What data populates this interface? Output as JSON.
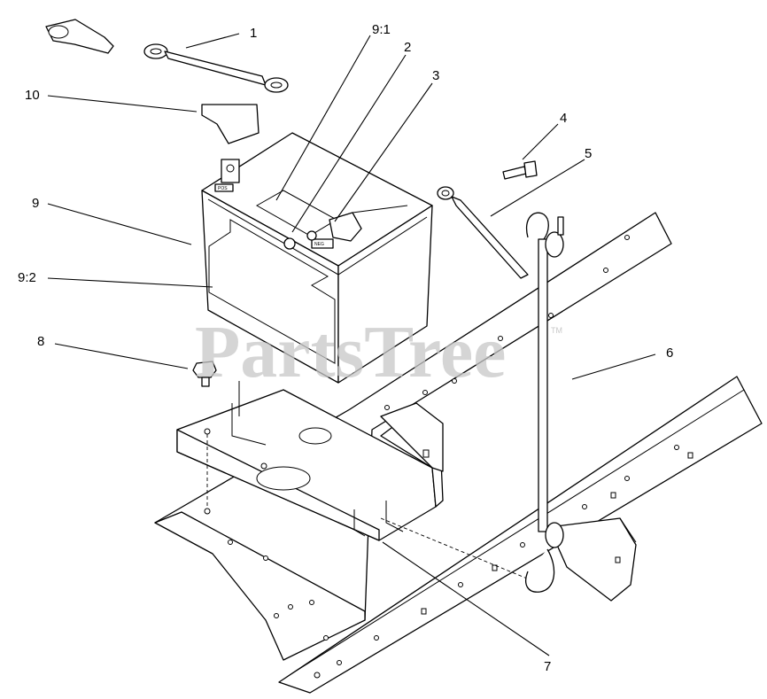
{
  "watermark": {
    "text": "PartsTree",
    "mark": "TM"
  },
  "callouts": [
    {
      "id": "1",
      "text": "1"
    },
    {
      "id": "2",
      "text": "2"
    },
    {
      "id": "3",
      "text": "3"
    },
    {
      "id": "4",
      "text": "4"
    },
    {
      "id": "5",
      "text": "5"
    },
    {
      "id": "6",
      "text": "6"
    },
    {
      "id": "7",
      "text": "7"
    },
    {
      "id": "8",
      "text": "8"
    },
    {
      "id": "9",
      "text": "9"
    },
    {
      "id": "9-1",
      "text": "9:1"
    },
    {
      "id": "9-2",
      "text": "9:2"
    },
    {
      "id": "10",
      "text": "10"
    }
  ],
  "parts": [
    {
      "callout": "1",
      "icon": "battery-cable-icon"
    },
    {
      "callout": "2",
      "icon": "terminal-nut-icon"
    },
    {
      "callout": "3",
      "icon": "terminal-cover-icon"
    },
    {
      "callout": "4",
      "icon": "bolt-icon"
    },
    {
      "callout": "5",
      "icon": "ground-cable-icon"
    },
    {
      "callout": "6",
      "icon": "hold-down-rod-icon"
    },
    {
      "callout": "7",
      "icon": "battery-tray-icon"
    },
    {
      "callout": "8",
      "icon": "flange-screw-icon"
    },
    {
      "callout": "9",
      "icon": "battery-icon"
    },
    {
      "callout": "9-1",
      "icon": "battery-label-icon"
    },
    {
      "callout": "9-2",
      "icon": "battery-warning-label-icon"
    },
    {
      "callout": "10",
      "icon": "terminal-boot-icon"
    }
  ]
}
